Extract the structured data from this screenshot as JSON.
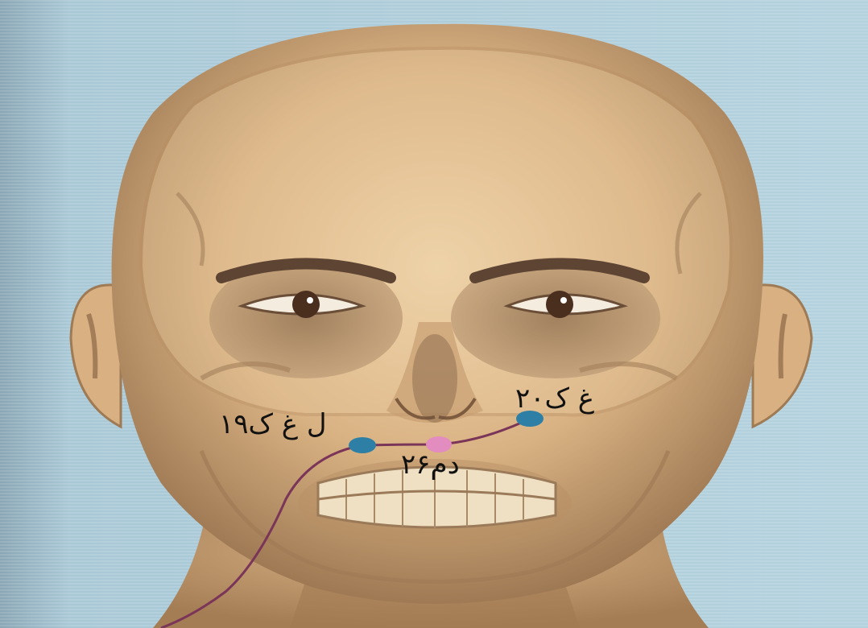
{
  "points": {
    "lg19": {
      "label": "ل غ ک۱۹",
      "color": "#2e7fa6"
    },
    "lg20": {
      "label": "غ ک۲۰",
      "color": "#2e7fa6"
    },
    "gv26": {
      "label": "دم۲۶",
      "color": "#e38cc0"
    }
  },
  "meridian_line_color": "#7a3558",
  "background_color": "#a9c8d6"
}
